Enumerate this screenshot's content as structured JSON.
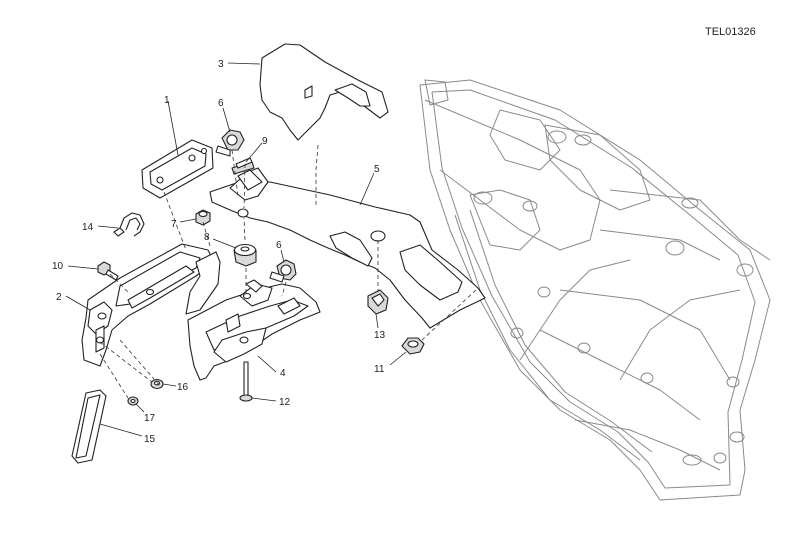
{
  "drawing_code": "TEL01326",
  "parts": [
    {
      "ref": "1",
      "name": "license-plate-light"
    },
    {
      "ref": "2",
      "name": "plate-holder"
    },
    {
      "ref": "3",
      "name": "cover"
    },
    {
      "ref": "4",
      "name": "lower-support"
    },
    {
      "ref": "5",
      "name": "support-bracket"
    },
    {
      "ref": "6",
      "name": "clamp"
    },
    {
      "ref": "6",
      "name": "clamp"
    },
    {
      "ref": "7",
      "name": "nut"
    },
    {
      "ref": "8",
      "name": "rubber-grommet"
    },
    {
      "ref": "9",
      "name": "cable-tie"
    },
    {
      "ref": "10",
      "name": "screw"
    },
    {
      "ref": "11",
      "name": "screw"
    },
    {
      "ref": "12",
      "name": "screw"
    },
    {
      "ref": "13",
      "name": "clip"
    },
    {
      "ref": "14",
      "name": "cable-clamp"
    },
    {
      "ref": "15",
      "name": "reflector"
    },
    {
      "ref": "16",
      "name": "nut"
    },
    {
      "ref": "17",
      "name": "washer"
    }
  ]
}
